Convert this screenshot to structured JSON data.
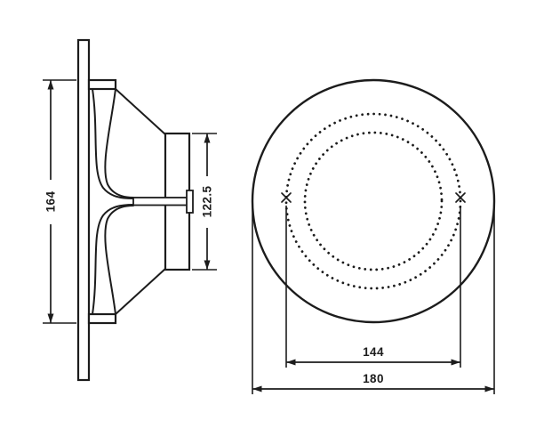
{
  "colors": {
    "ink": "#1c1c1c",
    "background": "#ffffff"
  },
  "drawing": {
    "type": "speaker-dimension-drawing",
    "dimensions": {
      "flange_height": "164",
      "basket_depth": "122.5",
      "mounting_hole_spacing": "144",
      "outer_diameter": "180"
    }
  }
}
